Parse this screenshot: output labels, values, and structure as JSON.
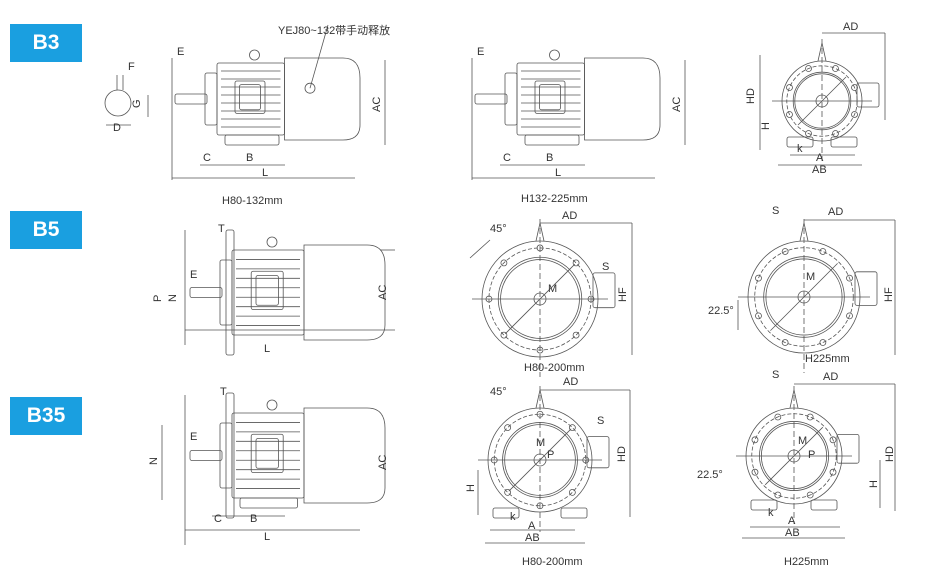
{
  "badges": {
    "b3": "B3",
    "b5": "B5",
    "b35": "B35"
  },
  "b3": {
    "note": "YEJ80~132带手动释放",
    "caption_left": "H80-132mm",
    "caption_mid": "H132-225mm",
    "labels": {
      "E": "E",
      "F": "F",
      "G": "G",
      "D": "D",
      "C": "C",
      "B": "B",
      "L": "L",
      "AC": "AC",
      "AD": "AD",
      "HD": "HD",
      "H": "H",
      "A": "A",
      "AB": "AB",
      "k": "k"
    }
  },
  "b5": {
    "caption_mid": "H80-200mm",
    "caption_right": "H225mm",
    "angle_mid": "45°",
    "angle_right": "22.5°",
    "labels": {
      "T": "T",
      "P": "P",
      "N": "N",
      "E": "E",
      "L": "L",
      "AC": "AC",
      "AD": "AD",
      "HF": "HF",
      "S": "S",
      "M": "M"
    }
  },
  "b35": {
    "caption_mid": "H80-200mm",
    "caption_right": "H225mm",
    "angle_mid": "45°",
    "angle_right": "22.5°",
    "labels": {
      "T": "T",
      "N": "N",
      "E": "E",
      "C": "C",
      "B": "B",
      "L": "L",
      "AC": "AC",
      "AD": "AD",
      "HD": "HD",
      "H": "H",
      "S": "S",
      "M": "M",
      "P": "P",
      "A": "A",
      "AB": "AB",
      "k": "k"
    }
  }
}
